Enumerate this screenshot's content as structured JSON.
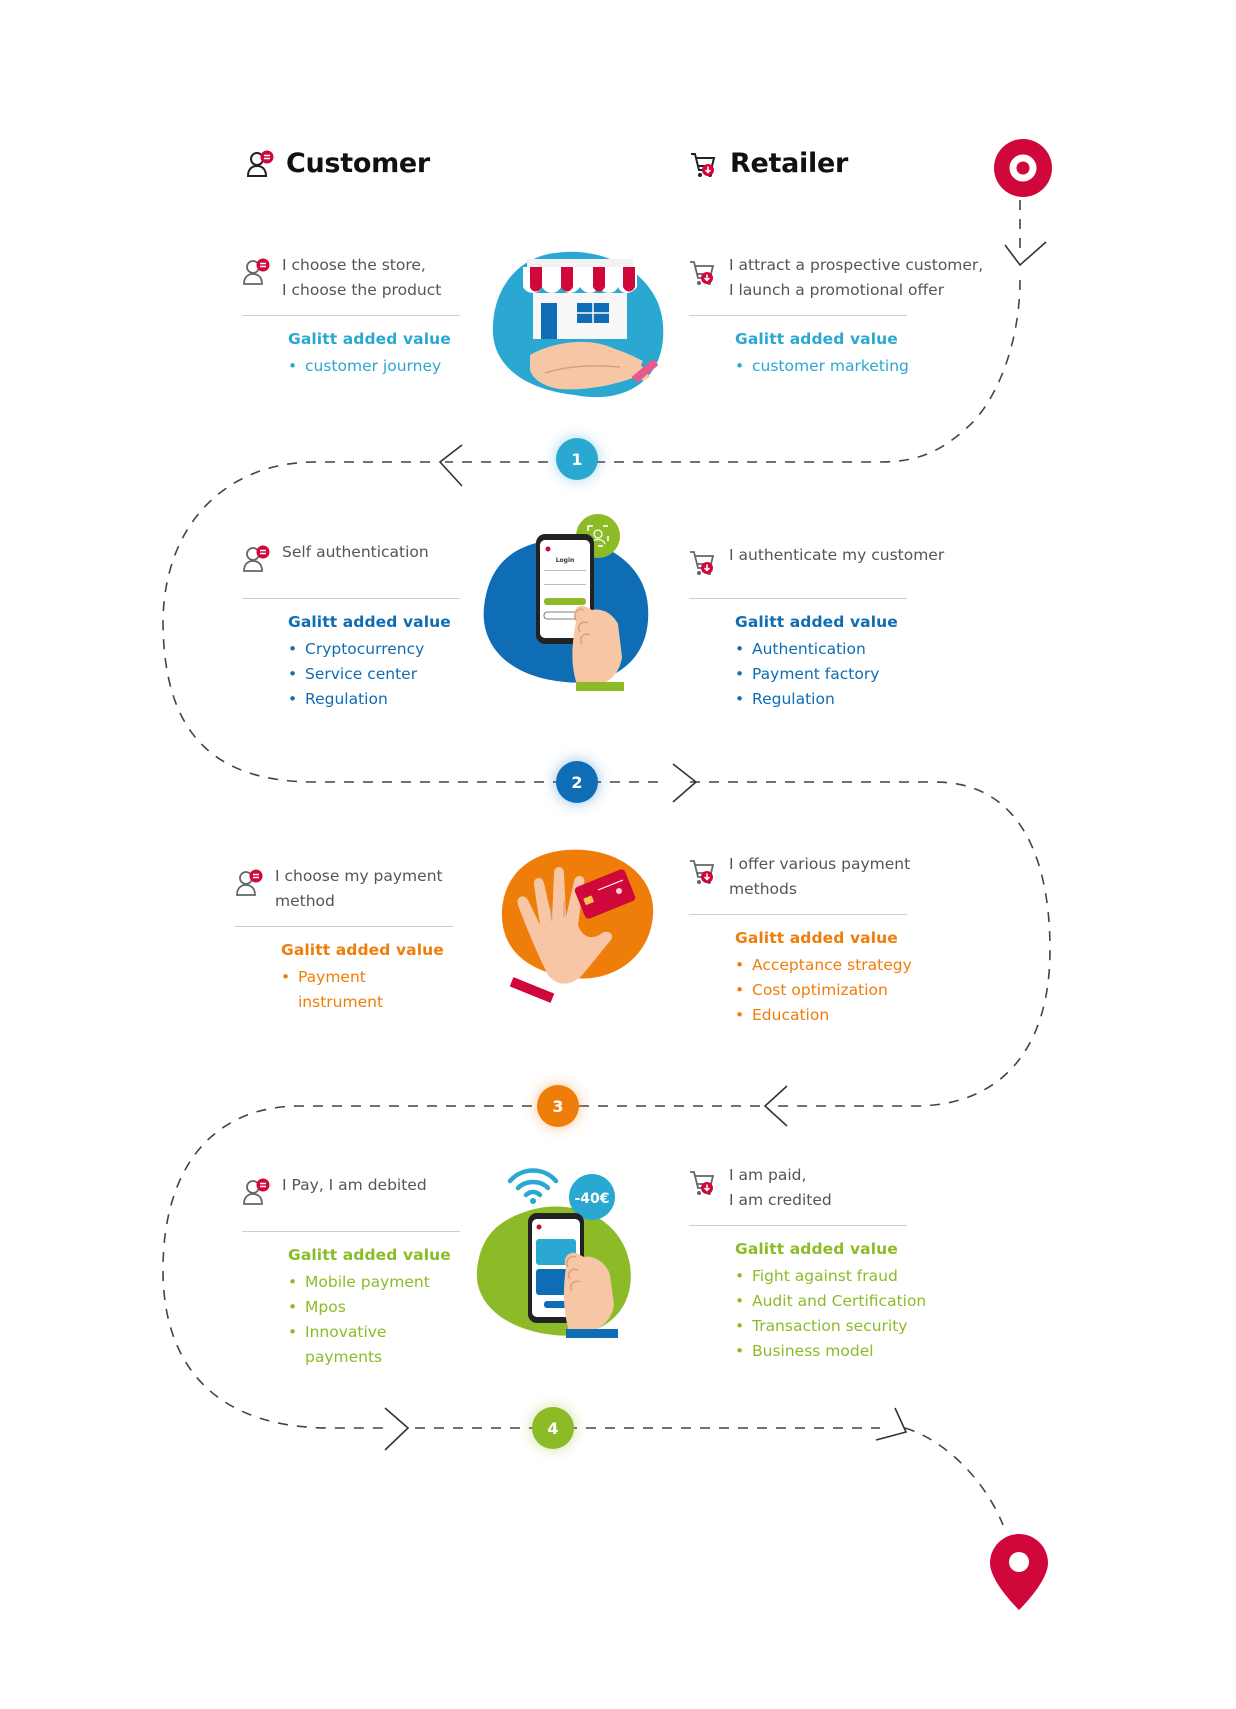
{
  "colors": {
    "red": "#d0073a",
    "cyan": "#2aa8d1",
    "blue": "#0f6db5",
    "orange": "#ef7d0a",
    "green": "#8dbb27",
    "dash": "#444444"
  },
  "headers": {
    "customer": "Customer",
    "retailer": "Retailer"
  },
  "steps": [
    {
      "number": "1",
      "color": "#2aa8d1",
      "customer": {
        "statement": "I choose the store,\nI choose the product",
        "value_title": "Galitt added value",
        "items": [
          "customer journey"
        ]
      },
      "retailer": {
        "statement": "I attract a prospective customer,\nI launch a promotional offer",
        "value_title": "Galitt added value",
        "items": [
          "customer marketing"
        ]
      }
    },
    {
      "number": "2",
      "color": "#0f6db5",
      "customer": {
        "statement": "Self authentication",
        "value_title": "Galitt added value",
        "items": [
          "Cryptocurrency",
          "Service center",
          "Regulation"
        ]
      },
      "retailer": {
        "statement": "I authenticate my customer",
        "value_title": "Galitt added value",
        "items": [
          "Authentication",
          "Payment factory",
          "Regulation"
        ]
      }
    },
    {
      "number": "3",
      "color": "#ef7d0a",
      "customer": {
        "statement": "I choose my payment\nmethod",
        "value_title": "Galitt added value",
        "items": [
          "Payment instrument"
        ]
      },
      "retailer": {
        "statement": "I offer various payment\nmethods",
        "value_title": "Galitt added value",
        "items": [
          "Acceptance strategy",
          "Cost optimization",
          "Education"
        ]
      }
    },
    {
      "number": "4",
      "color": "#8dbb27",
      "customer": {
        "statement": "I Pay, I am debited",
        "value_title": "Galitt added value",
        "items": [
          "Mobile payment",
          "Mpos",
          "Innovative payments"
        ]
      },
      "retailer": {
        "statement": "I am paid,\nI am credited",
        "value_title": "Galitt added value",
        "items": [
          "Fight against fraud",
          "Audit and Certification",
          "Transaction security",
          "Business model"
        ]
      }
    }
  ],
  "illustrations": {
    "phone_login_title": "Login",
    "phone_badge": "-40€"
  },
  "icons": {
    "customer": "user-message-icon",
    "retailer": "cart-icon",
    "start": "start-location-icon",
    "end": "end-location-pin-icon"
  }
}
